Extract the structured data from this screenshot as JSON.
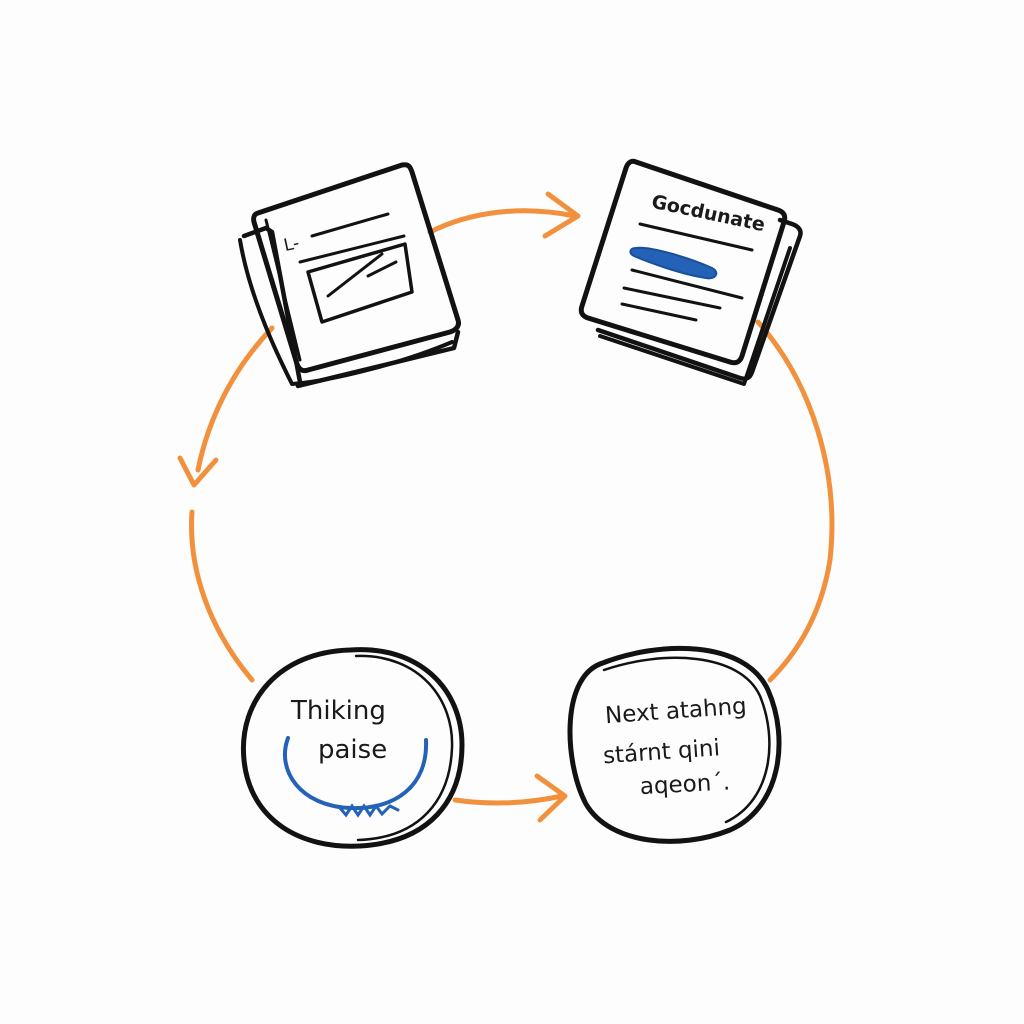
{
  "colors": {
    "background": "#fdfdfd",
    "ink": "#121212",
    "cycle_arrow": "#f2913d",
    "highlight": "#2462b8"
  },
  "nodes": {
    "top_left_document": {
      "icon": "stacked-document-with-box-icon",
      "text": "L-"
    },
    "top_right_document": {
      "icon": "stacked-document-with-highlight-icon",
      "title": "Gocdunate"
    },
    "thinking_pause": {
      "icon": "rounded-blob-icon",
      "line1": "Thiking",
      "line2": "paise"
    },
    "next_action": {
      "icon": "rounded-blob-icon",
      "line1": "Next atahng",
      "line2": "stárnt qini",
      "line3": "aqeon´."
    }
  },
  "connectors": [
    {
      "from": "top_left_document",
      "to": "top_right_document",
      "icon": "arrow-right-icon"
    },
    {
      "from": "top_right_document",
      "to": "next_action",
      "icon": "curved-connector-icon"
    },
    {
      "from": "thinking_pause",
      "to": "next_action",
      "icon": "arrow-right-icon"
    },
    {
      "from": "top_left_document",
      "to": "thinking_pause",
      "icon": "arrow-down-icon"
    }
  ]
}
